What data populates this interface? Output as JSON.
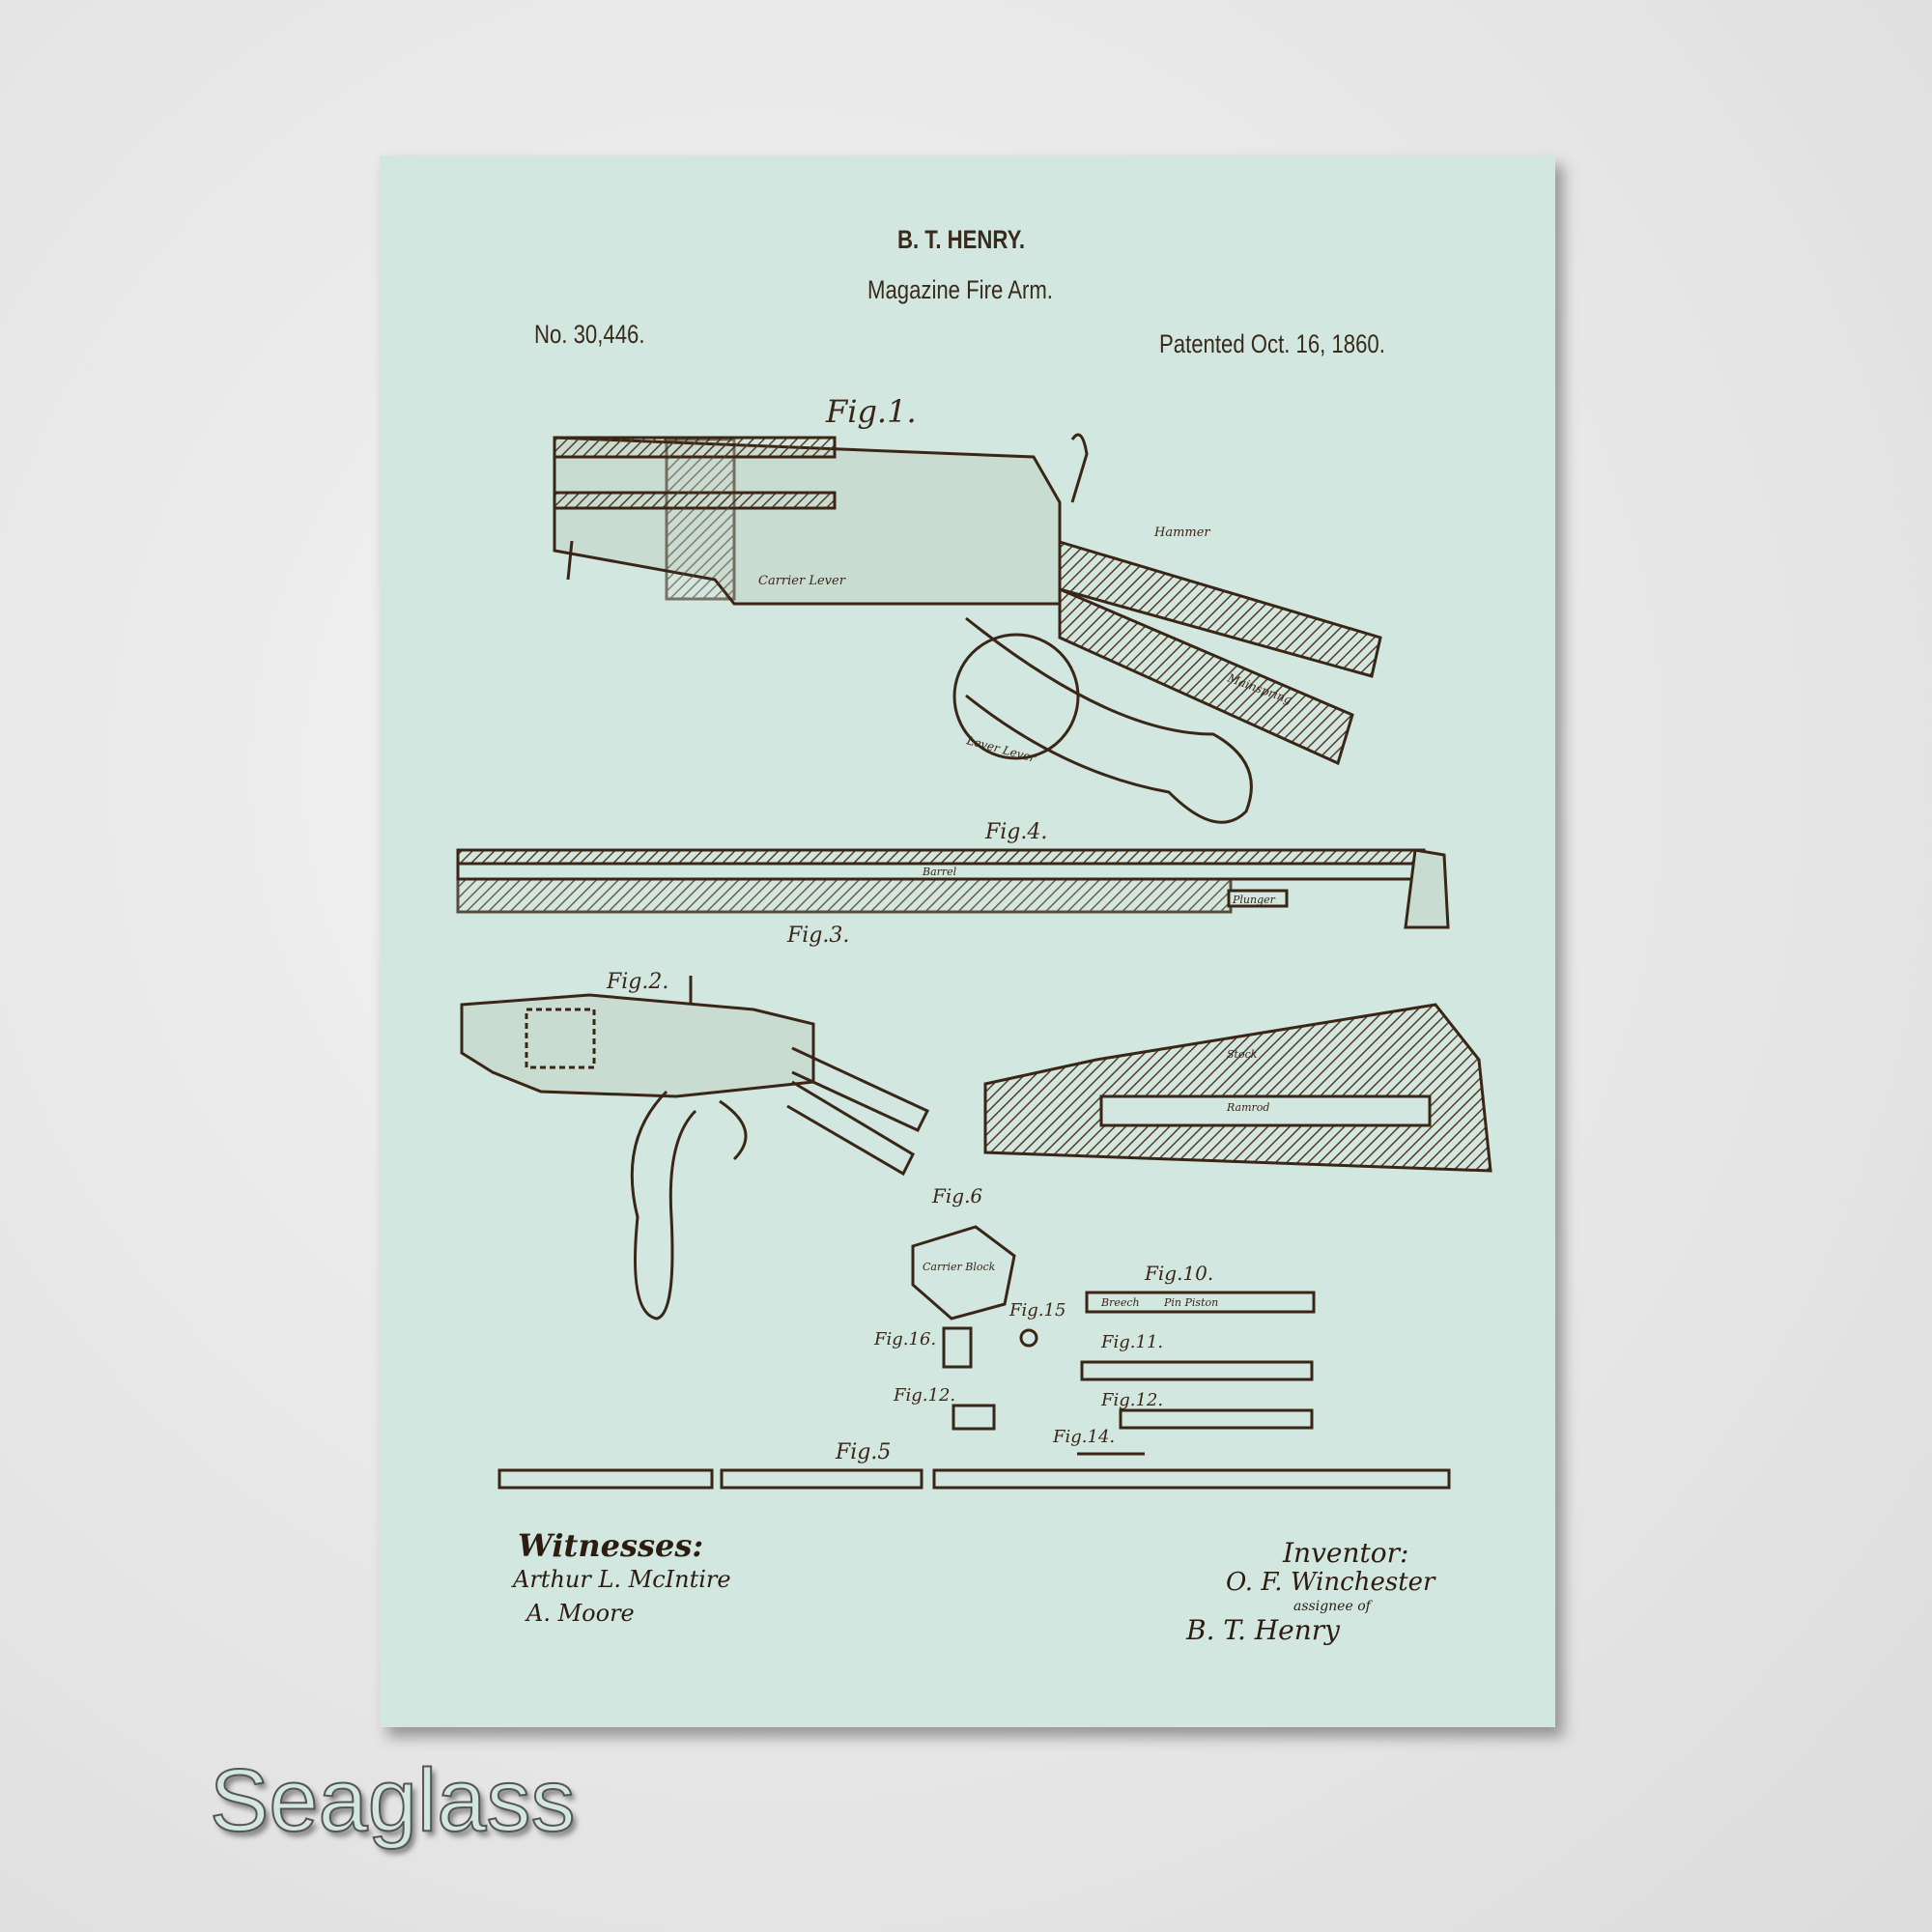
{
  "patent": {
    "inventor_name": "B. T. HENRY.",
    "title": "Magazine Fire Arm.",
    "number": "No. 30,446.",
    "date": "Patented Oct. 16, 1860."
  },
  "figures": {
    "fig1": "Fig.1.",
    "fig2": "Fig.2.",
    "fig3": "Fig.3.",
    "fig4": "Fig.4.",
    "fig5": "Fig.5",
    "fig6": "Fig.6",
    "fig10": "Fig.10.",
    "fig11": "Fig.11.",
    "fig12": "Fig.12.",
    "fig13": "Fig.12.",
    "fig14": "Fig.14.",
    "fig15": "Fig.15",
    "fig16": "Fig.16."
  },
  "part_labels": {
    "hammer": "Hammer",
    "carrier_lever": "Carrier Lever",
    "mainspring": "Mainspring",
    "lever": "Lever Lever",
    "barrel": "Barrel",
    "plunger": "Plunger",
    "ramrod": "Ramrod",
    "stock": "Stock",
    "carrier_block": "Carrier Block",
    "breech": "Breech",
    "pin_piston": "Pin Piston"
  },
  "signatures": {
    "witnesses_heading": "Witnesses:",
    "witness_1": "Arthur L. McIntire",
    "witness_2": "A. Moore",
    "inventor_heading": "Inventor:",
    "inventor_1": "O. F. Winchester",
    "assignee_of": "assignee of",
    "inventor_2": "B. T. Henry"
  },
  "colorway": {
    "name": "Seaglass",
    "paper": "#d2e7e0",
    "ink": "#3a2616"
  }
}
